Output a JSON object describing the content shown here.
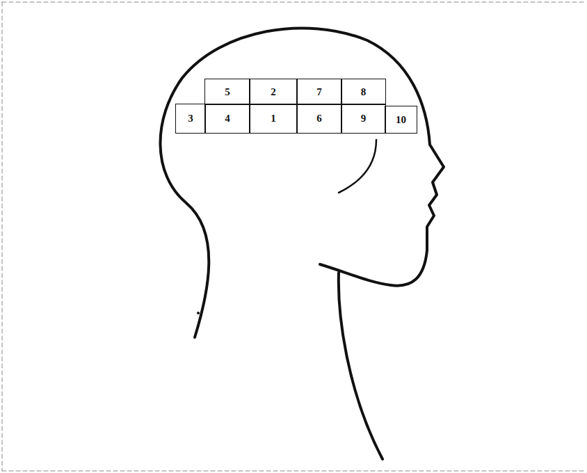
{
  "diagram": {
    "nodes": [
      {
        "text": [
          "5"
        ]
      },
      {
        "text": [
          "2"
        ]
      },
      {
        "text": [
          "7"
        ]
      },
      {
        "text": [
          "8"
        ]
      },
      {
        "text": [
          "3"
        ]
      },
      {
        "text": [
          "4"
        ]
      },
      {
        "text": [
          "1"
        ]
      },
      {
        "text": [
          "6"
        ]
      },
      {
        "text": [
          "9"
        ]
      },
      {
        "text": [
          "10"
        ]
      }
    ]
  }
}
